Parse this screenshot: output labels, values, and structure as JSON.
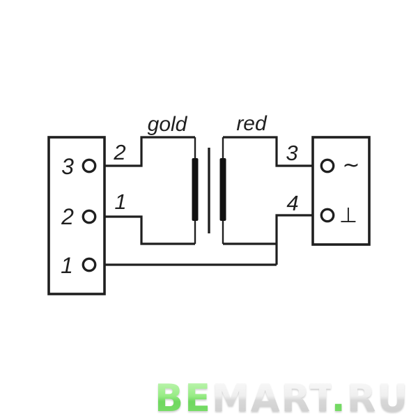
{
  "colors": {
    "line": "#1f1f1f",
    "background": "#ffffff",
    "watermark_green": "#7fe06d",
    "watermark_silver": "#d9d9d9"
  },
  "left_connector": {
    "terminal_labels": [
      "3",
      "2",
      "1"
    ]
  },
  "transformer": {
    "primary_label": "gold",
    "secondary_label": "red",
    "pin_labels": {
      "primary_top": "2",
      "primary_bottom": "1",
      "secondary_top": "3",
      "secondary_bottom": "4"
    }
  },
  "right_connector": {
    "ac_symbol": "~",
    "ground_symbol": "⊥"
  },
  "watermark": {
    "segment_green_1": "BE",
    "segment_silver_1": "MART",
    "segment_green_2": ".",
    "segment_silver_2": "RU"
  }
}
